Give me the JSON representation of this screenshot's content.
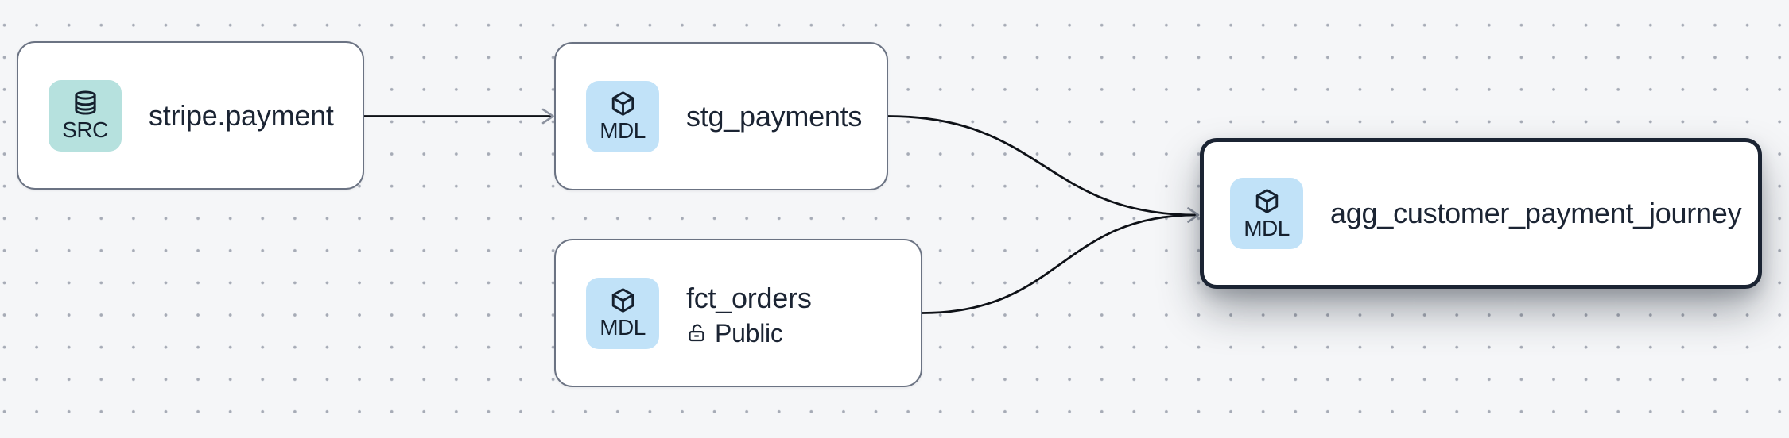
{
  "canvas": {
    "type": "lineage-graph",
    "background_color": "#f5f6f8",
    "dot_grid_color": "#a6abb6"
  },
  "edge_style": {
    "line_color": "#0e1117",
    "arrowhead_color": "#8d93a0"
  },
  "nodes": [
    {
      "title": "stripe.payment",
      "badge_label": "SRC",
      "badge_icon": "database-icon",
      "badge_color": "#b6e1de",
      "selected": false
    },
    {
      "title": "stg_payments",
      "badge_label": "MDL",
      "badge_icon": "cube-icon",
      "badge_color": "#c1e2f8",
      "selected": false
    },
    {
      "title": "fct_orders",
      "badge_label": "MDL",
      "badge_icon": "cube-icon",
      "badge_color": "#c1e2f8",
      "access_label": "Public",
      "access_icon": "lock-open-icon",
      "selected": false
    },
    {
      "title": "agg_customer_payment_journey",
      "badge_label": "MDL",
      "badge_icon": "cube-icon",
      "badge_color": "#c1e2f8",
      "selected": true
    }
  ],
  "edges": [
    {
      "from": "stripe.payment",
      "to": "stg_payments"
    },
    {
      "from": "stg_payments",
      "to": "agg_customer_payment_journey"
    },
    {
      "from": "fct_orders",
      "to": "agg_customer_payment_journey"
    }
  ]
}
